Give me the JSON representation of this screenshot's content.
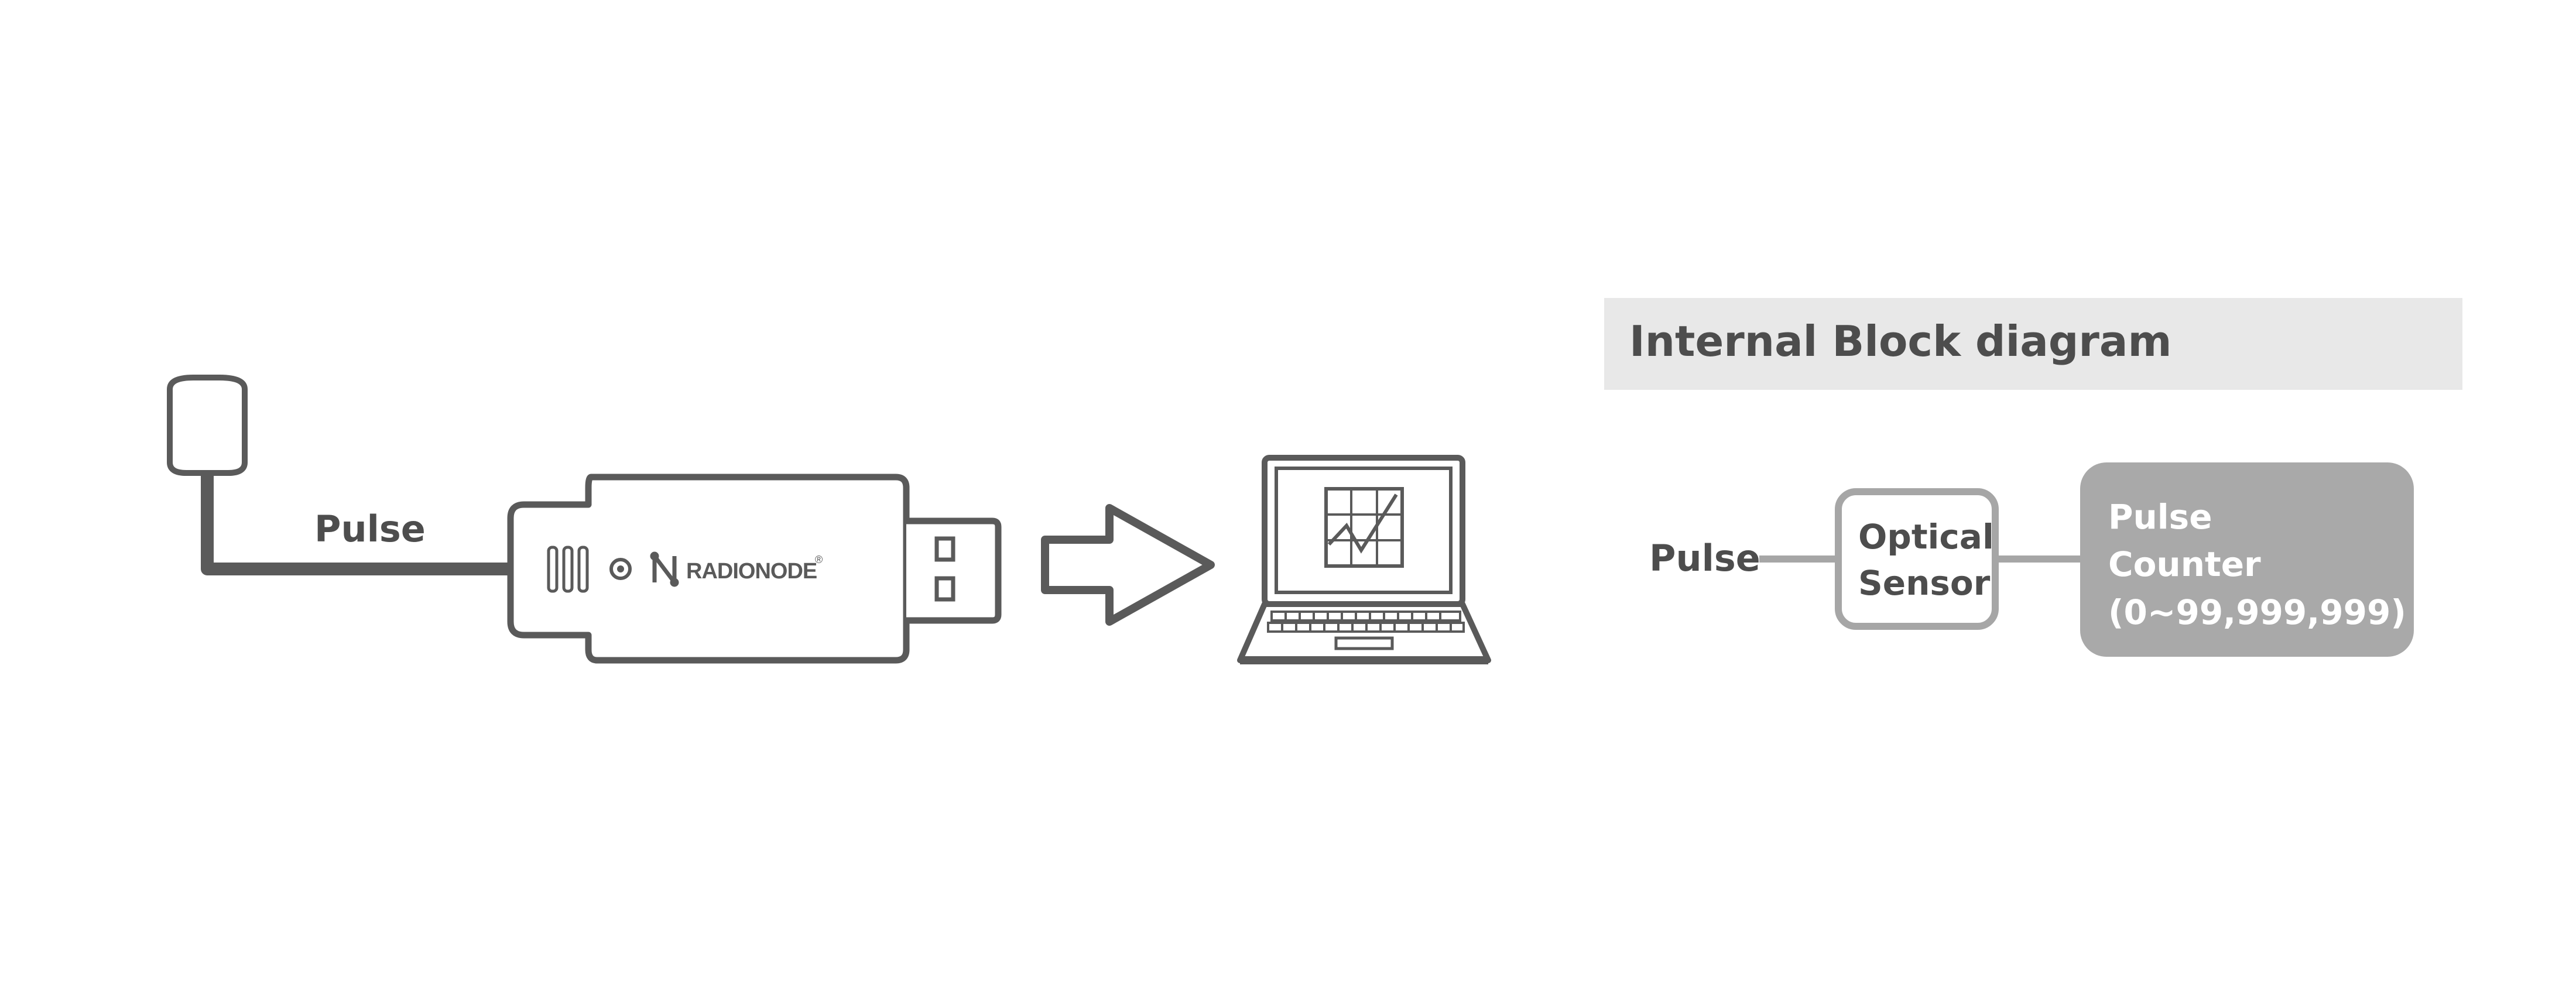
{
  "device": {
    "input_label": "Pulse",
    "brand": "RADIONODE",
    "brand_mark": "®"
  },
  "block_diagram": {
    "title": "Internal Block diagram",
    "input_label": "Pulse",
    "sensor_line1": "Optical",
    "sensor_line2": "Sensor",
    "counter_line1": "Pulse",
    "counter_line2": "Counter",
    "counter_line3": "(0~99,999,999)"
  },
  "colors": {
    "stroke": "#5a5a5a",
    "light_stroke": "#a6a6a6",
    "counter_fill": "#a9a9a9",
    "title_bg": "#e8e8e8",
    "text": "#4d4d4d"
  }
}
